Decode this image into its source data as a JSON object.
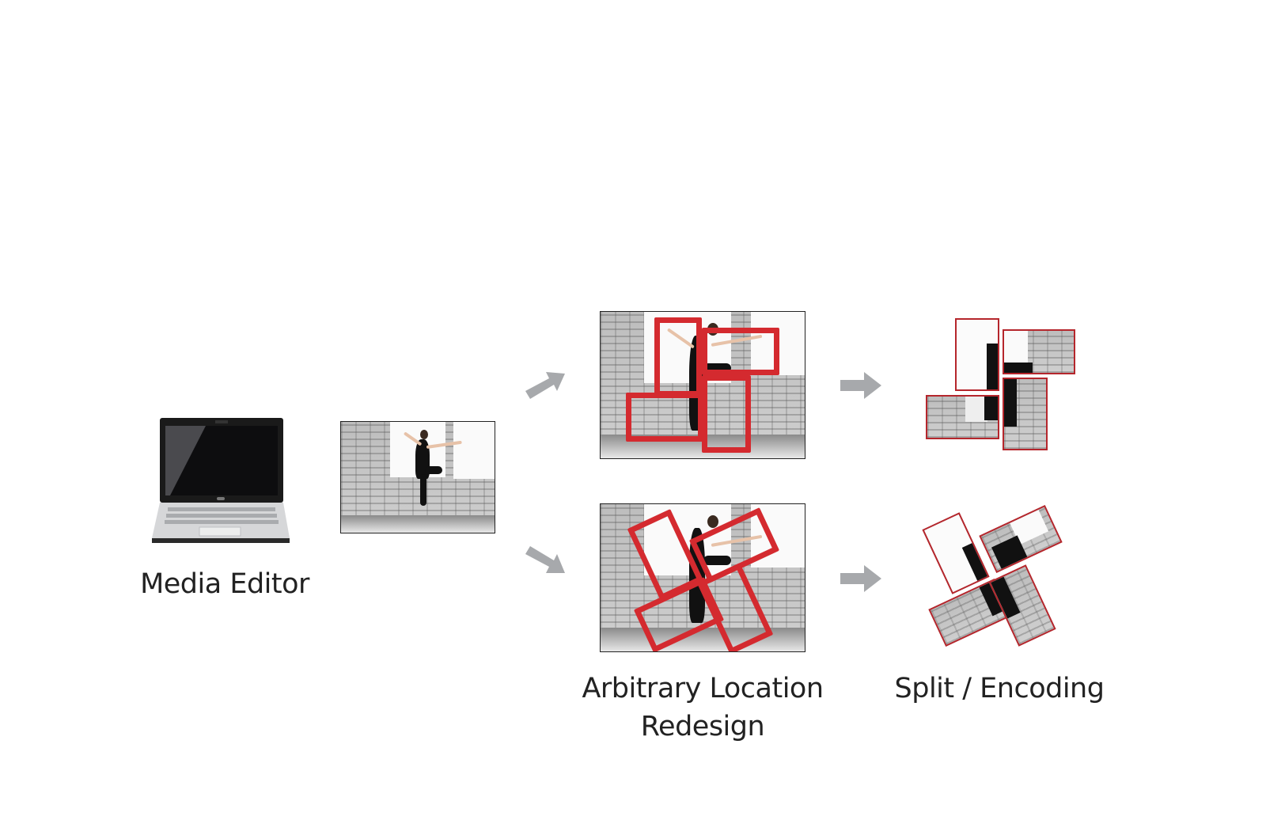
{
  "labels": {
    "media_editor": "Media Editor",
    "arbitrary_line1": "Arbitrary Location",
    "arbitrary_line2": "Redesign",
    "split_encoding": "Split / Encoding"
  },
  "icons": {
    "laptop": "laptop-icon",
    "arrow": "arrow-icon"
  },
  "colors": {
    "accent_red": "#d42a2f",
    "tile_border_red": "#b5262c",
    "arrow_gray": "#a7a9ac",
    "text": "#222222"
  }
}
